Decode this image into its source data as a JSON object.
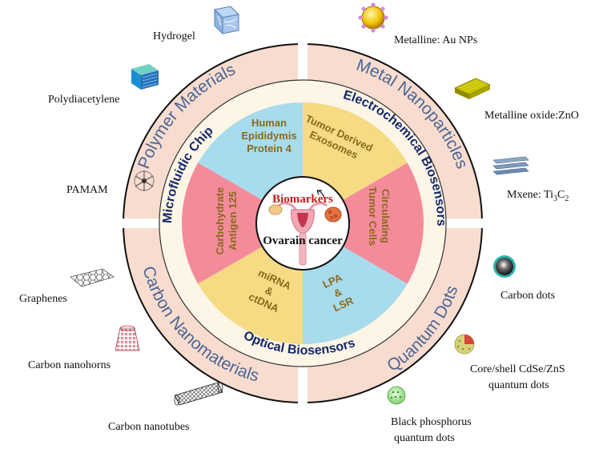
{
  "colors": {
    "outer_ring": "#f8dccf",
    "outer_text": "#4b6694",
    "middle_ring": "#fdf6e6",
    "middle_text": "#14266b",
    "blue_sector": "#a8dbec",
    "yellow_sector": "#f6da84",
    "pink_sector": "#f48b9b",
    "sector_text": "#8a6a1c",
    "center_title": "#c21e1e"
  },
  "outer_ring": {
    "polymer": "Polymer Materials",
    "metal": "Metal Nanoparticles",
    "quantum": "Quantum Dots",
    "carbon": "Carbon Nanomaterials"
  },
  "middle_ring": {
    "microfluidic": "Microfluidic Chip",
    "electrochemical": "Electrochemical Biosensors",
    "optical": "Optical Biosensors"
  },
  "biomarkers": {
    "he4": [
      "Human",
      "Epididymis",
      "Protein 4"
    ],
    "exosomes": [
      "Tumor Derived",
      "Exosomes"
    ],
    "ctc": [
      "Circulating",
      "Tumor Cells"
    ],
    "lpa": [
      "LPA",
      "&",
      "LSR"
    ],
    "mirna": [
      "miRNA",
      "&",
      "ctDNA"
    ],
    "ca125": [
      "Carbohydrate",
      "Antigen 125"
    ]
  },
  "center": {
    "title": "Biomarkers",
    "subtitle": "Ovarain cancer"
  },
  "external_labels": {
    "hydrogel": "Hydrogel",
    "polydiacetylene": "Polydiacetylene",
    "pamam": "PAMAM",
    "graphenes": "Graphenes",
    "nanohorns": "Carbon nanohorns",
    "nanotubes": "Carbon nanotubes",
    "au_nps": "Metalline: Au NPs",
    "zno": "Metalline oxide:ZnO",
    "mxene_prefix": "Mxene: Ti",
    "mxene_sub1": "3",
    "mxene_mid": "C",
    "mxene_sub2": "2",
    "carbon_dots": "Carbon dots",
    "cdse_line1": "Core/shell CdSe/ZnS",
    "cdse_line2": "quantum dots",
    "bp_line1": "Black phosphorus",
    "bp_line2": "quantum dots"
  },
  "icons": [
    "hydrogel-cube-icon",
    "polydiacetylene-block-icon",
    "pamam-dendrimer-icon",
    "graphene-sheet-icon",
    "nanohorn-icon",
    "nanotube-icon",
    "au-nanoparticle-icon",
    "zno-sheet-icon",
    "mxene-layers-icon",
    "carbon-dot-icon",
    "cdse-zns-dot-icon",
    "black-phosphorus-dot-icon",
    "uterus-icon"
  ]
}
